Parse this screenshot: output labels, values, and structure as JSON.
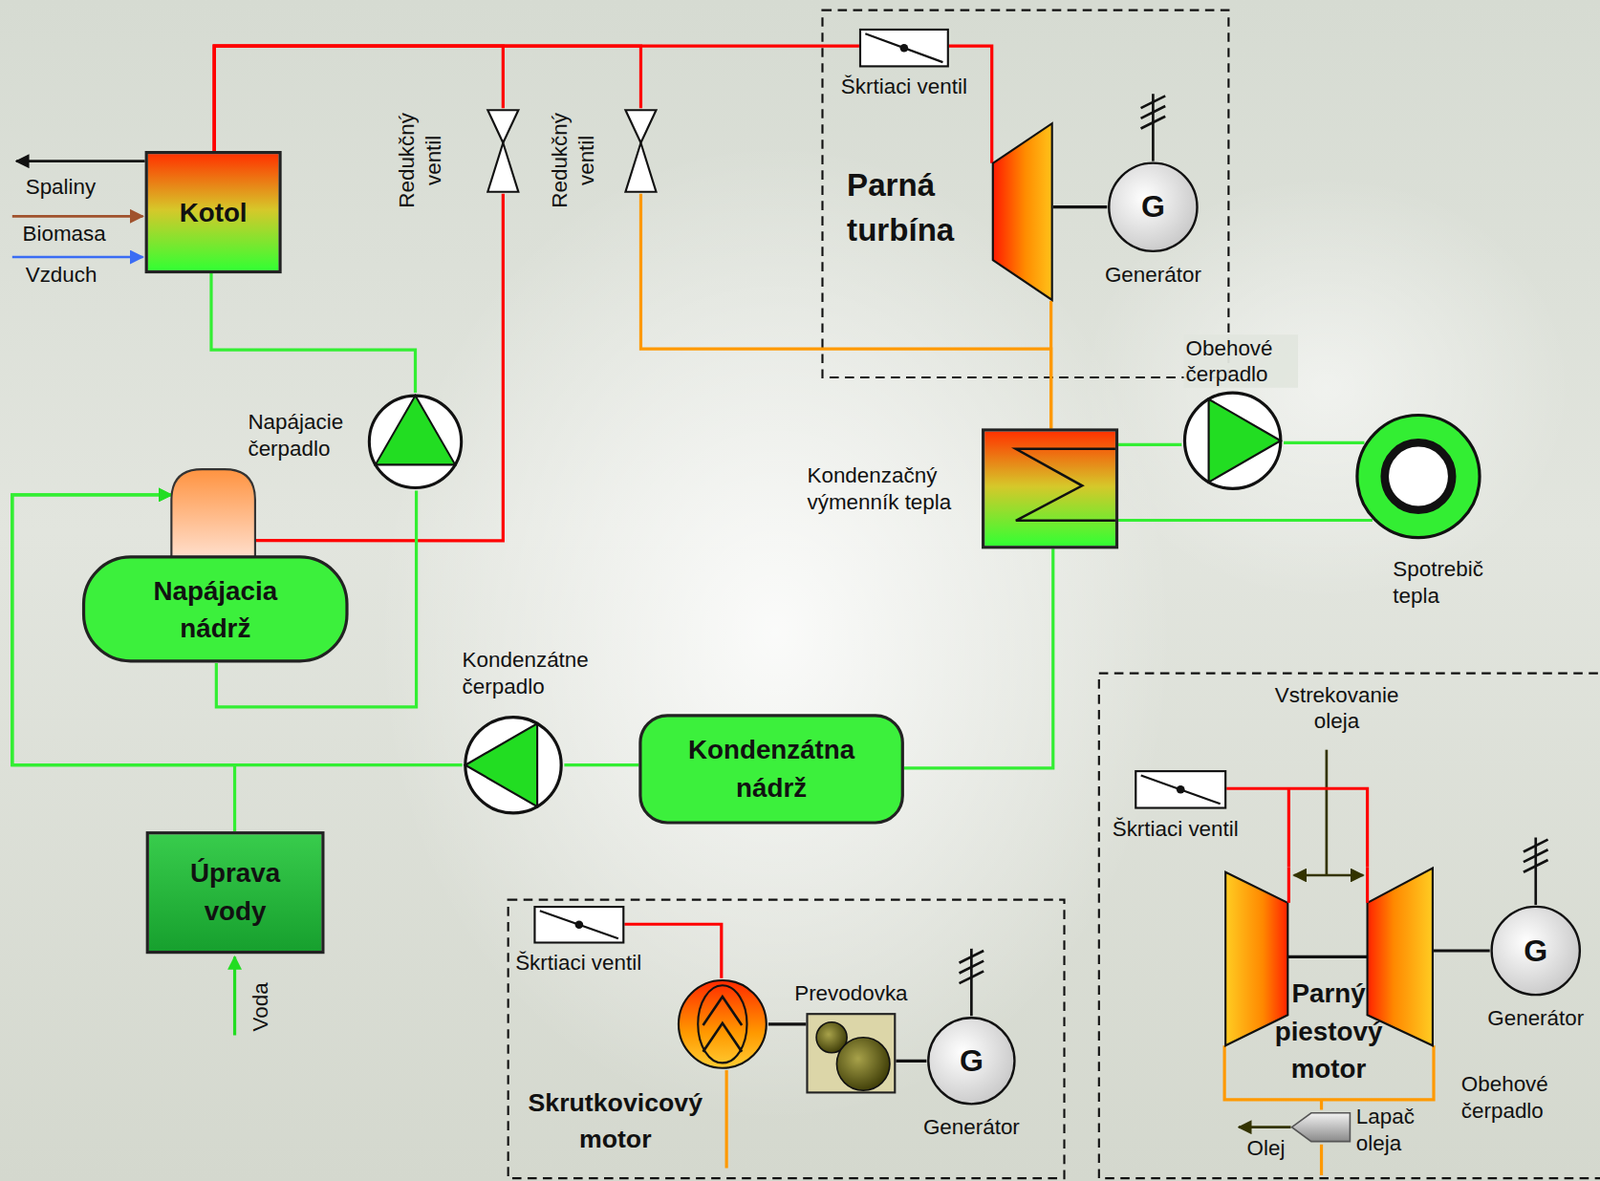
{
  "diagram": {
    "nodes": [
      {
        "text": [
          "Kotol"
        ]
      },
      {
        "text": [
          "Redukčný ventil"
        ]
      },
      {
        "text": [
          "Redukčný ventil"
        ]
      },
      {
        "text": [
          "Škrtiaci ventil"
        ]
      },
      {
        "text": [
          "Parná turbína"
        ]
      },
      {
        "text": [
          "G",
          "Generátor"
        ]
      },
      {
        "text": [
          "Napájacie čerpadlo"
        ]
      },
      {
        "text": [
          "Napájacia nádrž"
        ]
      },
      {
        "text": [
          "Kondenzačný výmenník tepla"
        ]
      },
      {
        "text": [
          "Obehové čerpadlo"
        ]
      },
      {
        "text": [
          "Spotrebič tepla"
        ]
      },
      {
        "text": [
          "Kondenzátne čerpadlo"
        ]
      },
      {
        "text": [
          "Kondenzátna nádrž"
        ]
      },
      {
        "text": [
          "Úprava vody"
        ]
      },
      {
        "text": [
          "Škrtiaci ventil"
        ]
      },
      {
        "text": [
          "Skrutkovicový motor"
        ]
      },
      {
        "text": [
          "Prevodovka"
        ]
      },
      {
        "text": [
          "G",
          "Generátor"
        ]
      },
      {
        "text": [
          "Škrtiaci ventil"
        ]
      },
      {
        "text": [
          "Parný piestový motor"
        ]
      },
      {
        "text": [
          "G",
          "Generátor"
        ]
      },
      {
        "text": [
          "Lapač oleja"
        ]
      }
    ],
    "edges": [
      {
        "from": 0,
        "to": 3,
        "arrow": "none"
      },
      {
        "from": 0,
        "to": 1,
        "arrow": "none"
      },
      {
        "from": 0,
        "to": 2,
        "arrow": "none"
      },
      {
        "from": 3,
        "to": 4,
        "arrow": "none"
      },
      {
        "from": 4,
        "to": 5,
        "arrow": "none"
      },
      {
        "from": 1,
        "to": 7,
        "arrow": "none"
      },
      {
        "from": 2,
        "to": 8,
        "arrow": "none"
      },
      {
        "from": 4,
        "to": 8,
        "arrow": "none"
      },
      {
        "from": 7,
        "to": 6,
        "arrow": "none"
      },
      {
        "from": 6,
        "to": 0,
        "arrow": "none"
      },
      {
        "from": 8,
        "to": 9,
        "arrow": "none"
      },
      {
        "from": 9,
        "to": 10,
        "arrow": "none"
      },
      {
        "from": 10,
        "to": 8,
        "arrow": "none"
      },
      {
        "from": 8,
        "to": 12,
        "arrow": "none"
      },
      {
        "from": 12,
        "to": 11,
        "arrow": "none"
      },
      {
        "from": 11,
        "to": 7,
        "arrow": "to"
      },
      {
        "from": 13,
        "to": 7,
        "arrow": "to"
      },
      {
        "from": 14,
        "to": 15,
        "arrow": "none"
      },
      {
        "from": 15,
        "to": 16,
        "arrow": "none"
      },
      {
        "from": 16,
        "to": 17,
        "arrow": "none"
      },
      {
        "from": 18,
        "to": 19,
        "arrow": "none"
      },
      {
        "from": 19,
        "to": 20,
        "arrow": "none"
      },
      {
        "from": 19,
        "to": 21,
        "arrow": "none"
      }
    ],
    "labels": [
      "Spaliny",
      "Biomasa",
      "Vzduch",
      "Voda",
      "Vstrekovanie oleja",
      "Olej",
      "Obehové čerpadlo"
    ]
  }
}
